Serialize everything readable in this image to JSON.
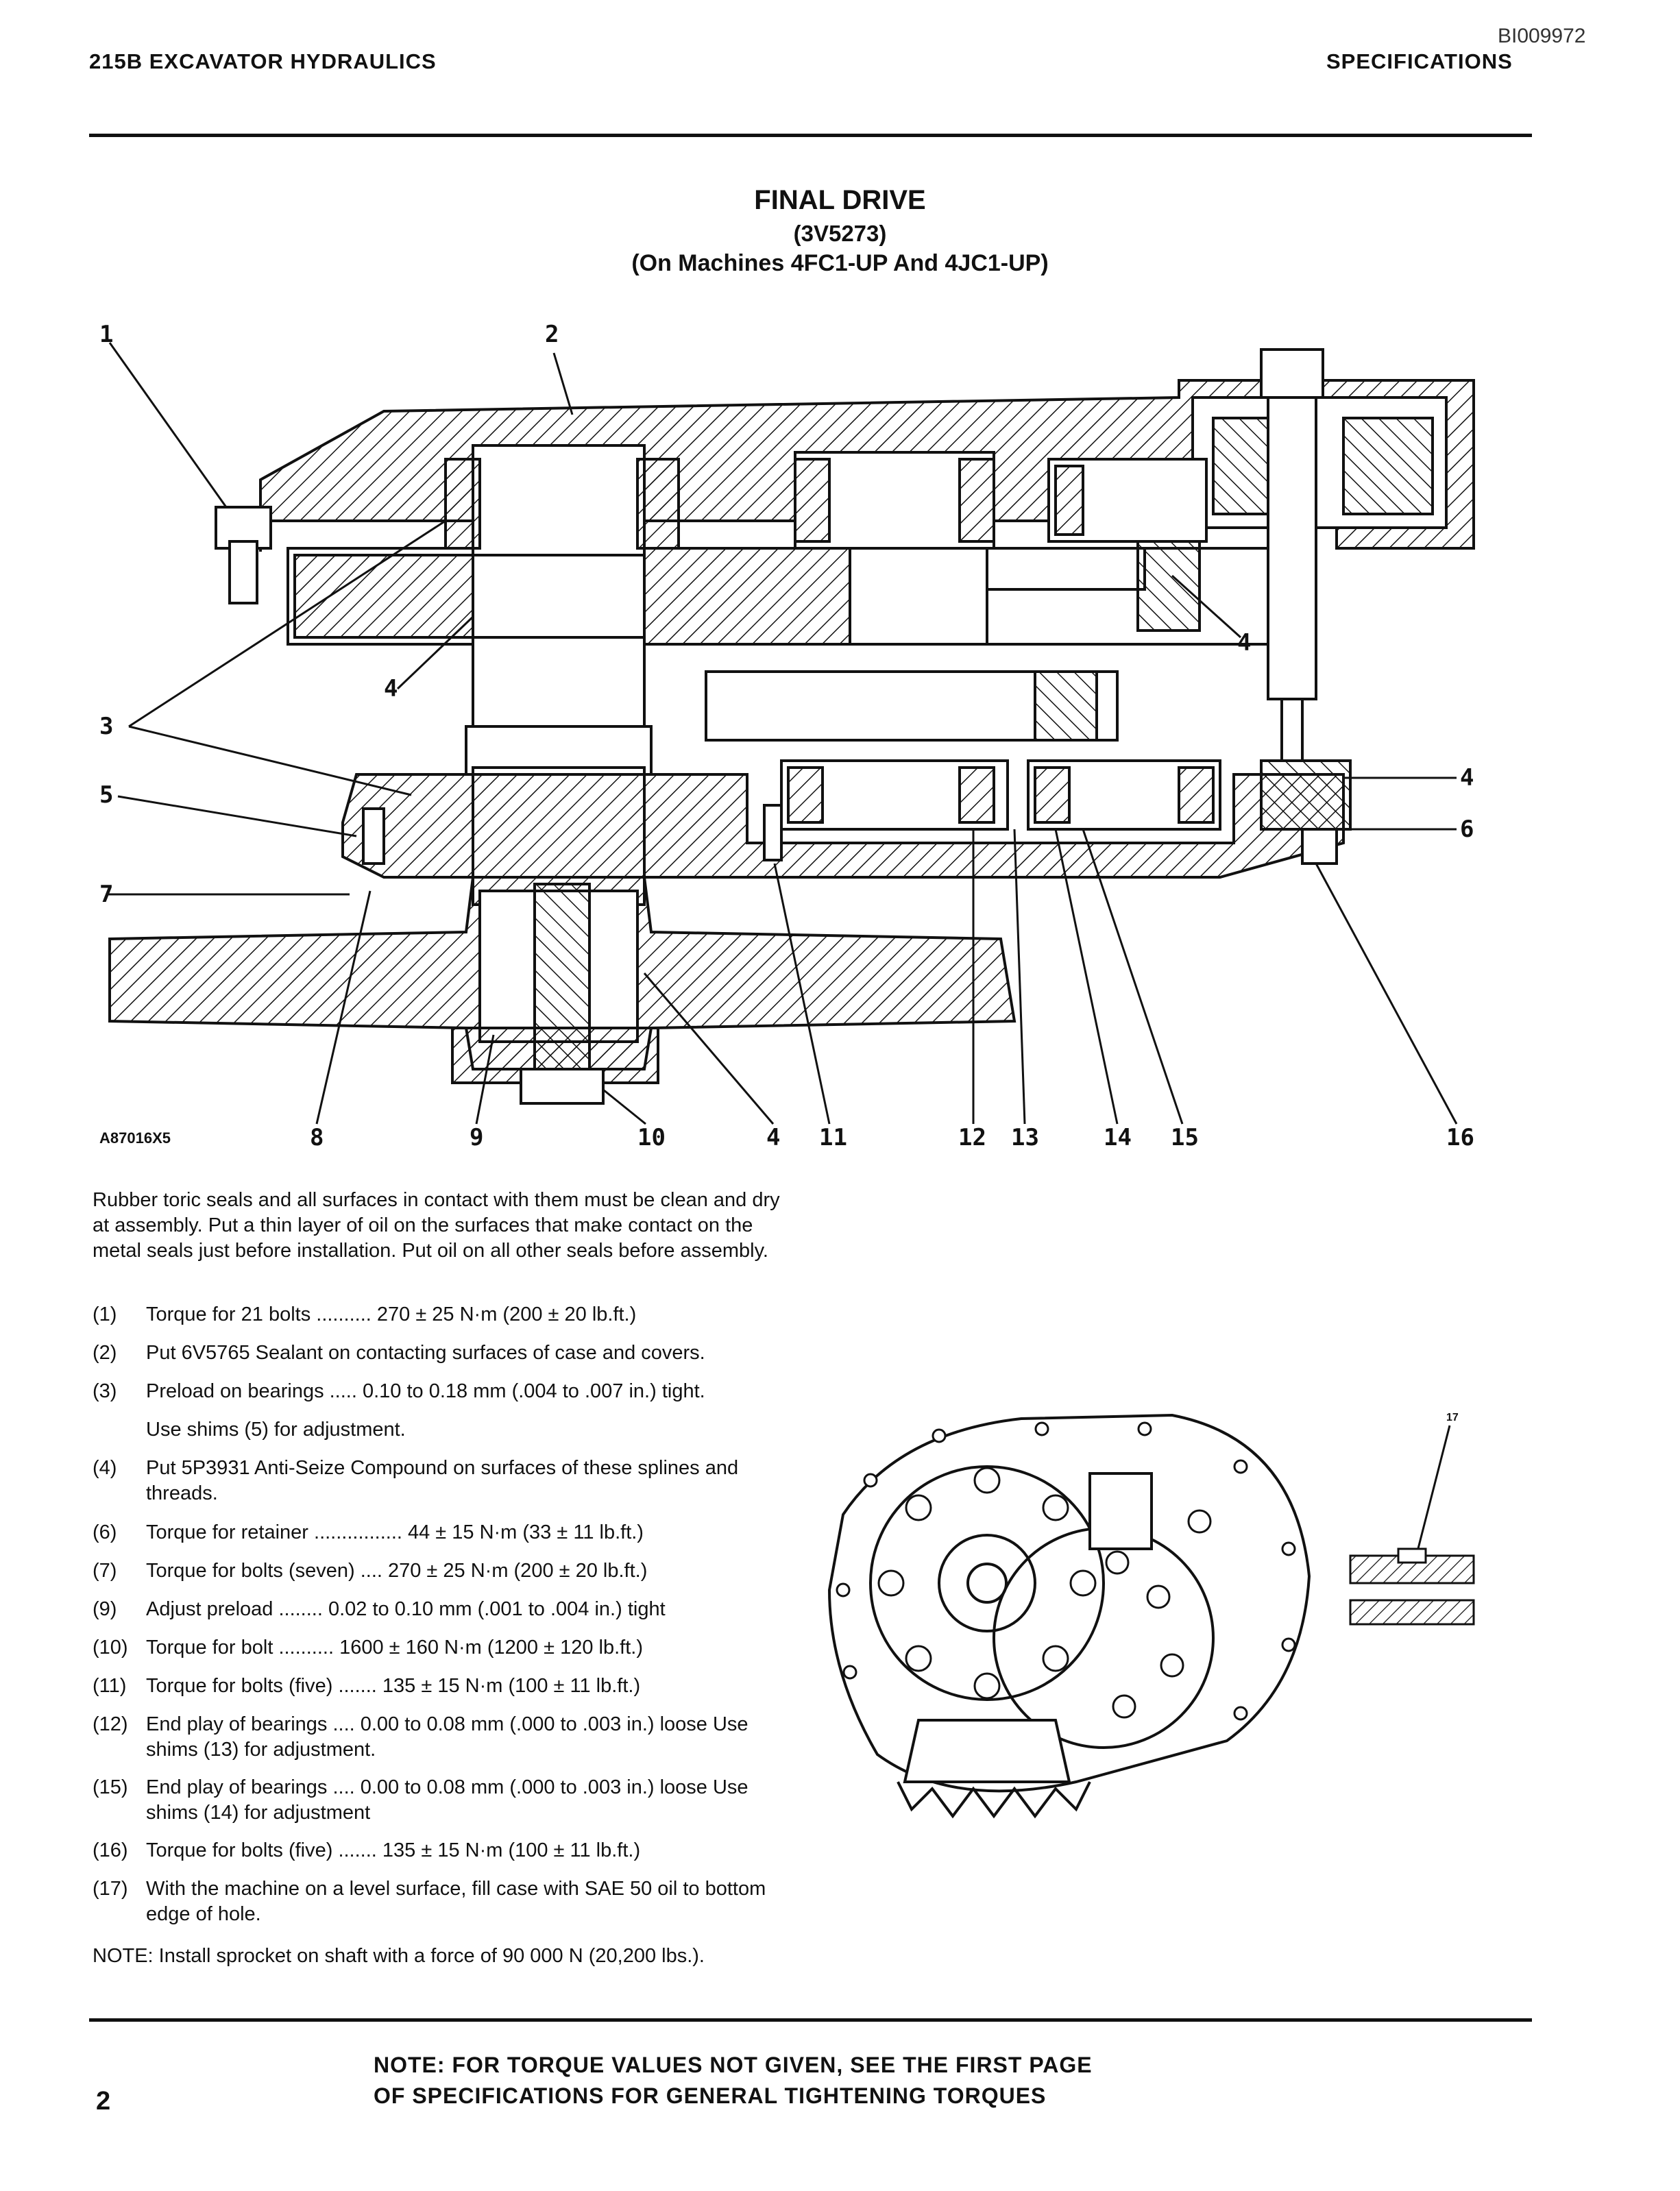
{
  "header": {
    "left": "215B EXCAVATOR HYDRAULICS",
    "right": "SPECIFICATIONS",
    "doc_id": "BI009972"
  },
  "title": {
    "main": "FINAL DRIVE",
    "part": "(3V5273)",
    "machines": "(On Machines 4FC1-UP And 4JC1-UP)"
  },
  "figure": {
    "id": "A87016X5",
    "callouts": [
      "1",
      "2",
      "3",
      "4",
      "4",
      "4",
      "4",
      "5",
      "6",
      "7",
      "8",
      "9",
      "10",
      "11",
      "12",
      "13",
      "14",
      "15",
      "16"
    ],
    "small_callout": "17"
  },
  "intro": "Rubber toric seals and all surfaces in contact with them must be clean and dry at assembly. Put a thin layer of oil on the surfaces that make contact on the metal seals just before installation. Put oil on all other seals before assembly.",
  "specs": [
    {
      "num": "(1)",
      "text": "Torque for 21 bolts .......... 270 ± 25 N·m (200 ± 20 lb.ft.)"
    },
    {
      "num": "(2)",
      "text": "Put 6V5765 Sealant on contacting surfaces of case and covers."
    },
    {
      "num": "(3)",
      "text": "Preload on bearings ..... 0.10 to 0.18 mm (.004 to .007 in.) tight."
    },
    {
      "num": "",
      "text": "Use shims (5) for adjustment."
    },
    {
      "num": "(4)",
      "text": "Put 5P3931 Anti-Seize Compound on surfaces of these splines and threads."
    },
    {
      "num": "(6)",
      "text": "Torque for retainer ................ 44 ± 15 N·m (33 ± 11 lb.ft.)"
    },
    {
      "num": "(7)",
      "text": "Torque for bolts (seven) .... 270 ± 25 N·m (200 ± 20 lb.ft.)"
    },
    {
      "num": "(9)",
      "text": "Adjust preload ........ 0.02 to 0.10 mm (.001 to .004 in.) tight"
    },
    {
      "num": "(10)",
      "text": "Torque for bolt .......... 1600 ± 160 N·m (1200 ± 120 lb.ft.)"
    },
    {
      "num": "(11)",
      "text": "Torque for bolts (five) ....... 135 ± 15 N·m (100 ± 11 lb.ft.)"
    },
    {
      "num": "(12)",
      "text": "End play of bearings .... 0.00 to 0.08 mm (.000 to .003 in.) loose Use shims (13) for adjustment."
    },
    {
      "num": "(15)",
      "text": "End play of bearings .... 0.00 to 0.08 mm (.000 to .003 in.) loose Use shims (14) for adjustment"
    },
    {
      "num": "(16)",
      "text": "Torque for bolts (five) ....... 135 ± 15 N·m (100 ± 11 lb.ft.)"
    },
    {
      "num": "(17)",
      "text": "With the machine on a level surface, fill case with SAE 50 oil to bottom edge of hole."
    }
  ],
  "note": "NOTE: Install sprocket on shaft with a force of 90 000 N (20,200 lbs.).",
  "footer": {
    "line1": "NOTE: FOR TORQUE VALUES NOT GIVEN, SEE THE FIRST PAGE",
    "line2": "OF SPECIFICATIONS FOR GENERAL TIGHTENING TORQUES",
    "page_number": "2"
  },
  "icons": [
    "final-drive-section-drawing",
    "final-drive-end-view-drawing",
    "fill-plug-detail-drawing"
  ]
}
